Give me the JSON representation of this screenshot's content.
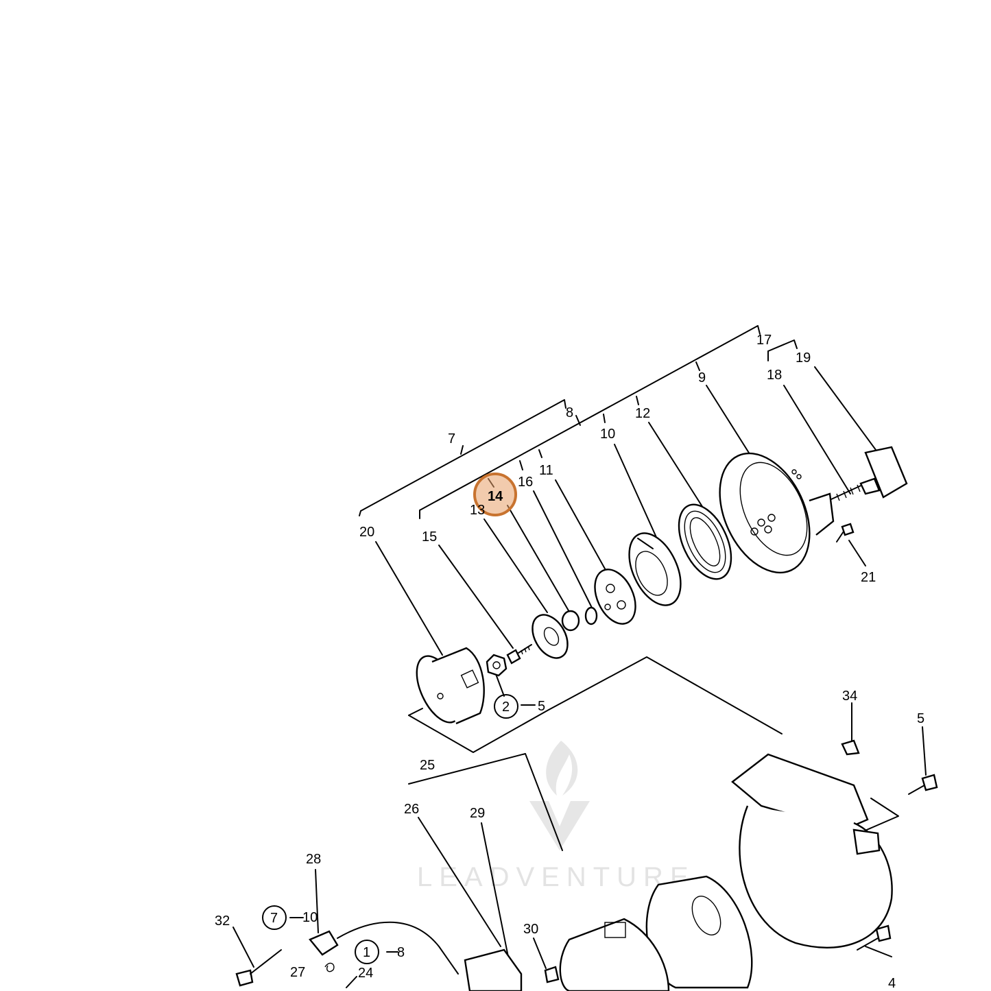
{
  "callouts": {
    "c7": "7",
    "c8": "8",
    "c17": "17",
    "c9": "9",
    "c18": "18",
    "c19": "19",
    "c12": "12",
    "c10": "10",
    "c11": "11",
    "c16": "16",
    "c14": "14",
    "c13": "13",
    "c15": "15",
    "c20": "20",
    "c21": "21",
    "c2circ": "2",
    "c5a": "5",
    "c34": "34",
    "c5b": "5",
    "c25": "25",
    "c26": "26",
    "c29": "29",
    "c28": "28",
    "c7circ": "7",
    "c10b": "10",
    "c32": "32",
    "c30": "30",
    "c1circ": "1",
    "c8b": "8",
    "c27": "27",
    "c24": "24",
    "c4": "4"
  },
  "highlight": {
    "label": "14",
    "color": "#e8a06a"
  },
  "watermark": {
    "text": "LEADVENTURE",
    "color": "#e3e3e3"
  }
}
